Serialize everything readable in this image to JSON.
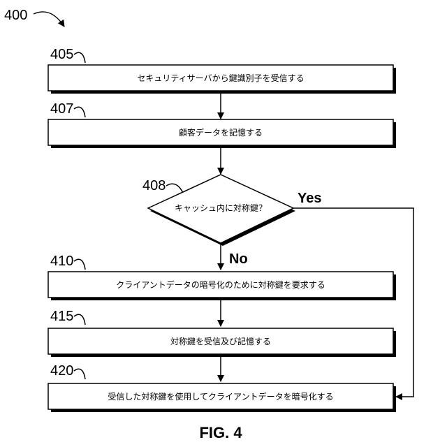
{
  "figure": {
    "ref_number": "400",
    "caption": "FIG. 4"
  },
  "steps": [
    {
      "ref": "405",
      "text": "セキュリティサーバから鍵識別子を受信する"
    },
    {
      "ref": "407",
      "text": "顧客データを記憶する"
    },
    {
      "ref": "410",
      "text": "クライアントデータの暗号化のために対称鍵を要求する"
    },
    {
      "ref": "415",
      "text": "対称鍵を受信及び記憶する"
    },
    {
      "ref": "420",
      "text": "受信した対称鍵を使用してクライアントデータを暗号化する"
    }
  ],
  "decision": {
    "ref": "408",
    "text": "キャッシュ内に対称鍵？",
    "yes_label": "Yes",
    "no_label": "No"
  }
}
